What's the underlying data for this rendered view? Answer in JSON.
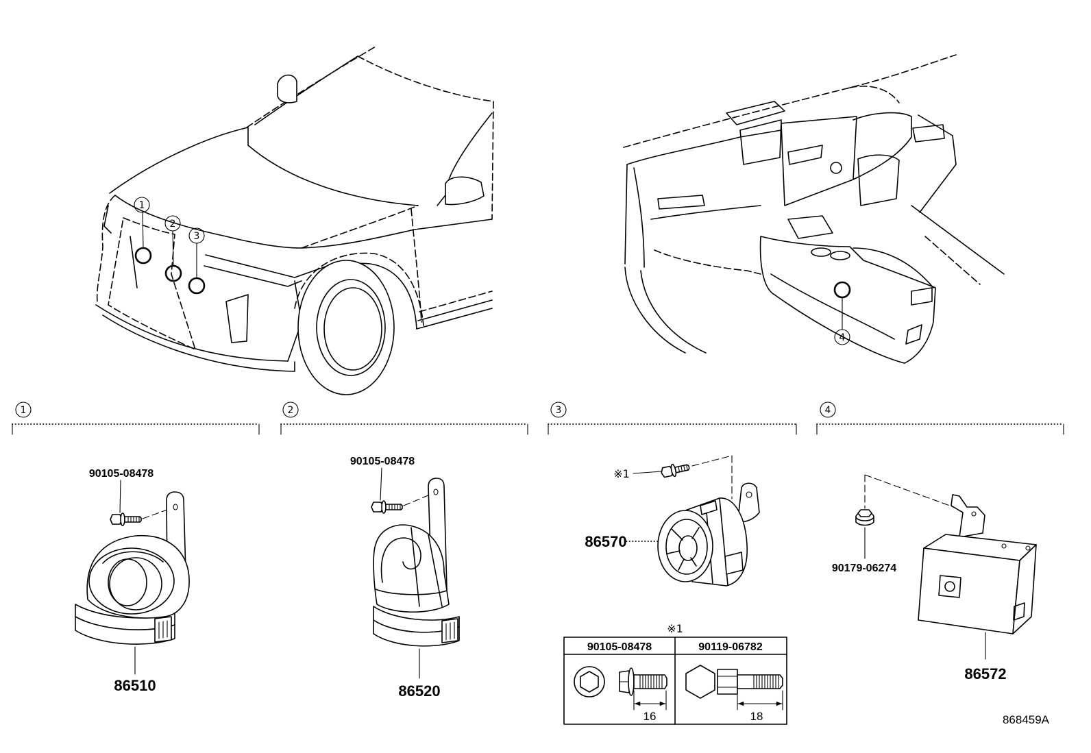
{
  "colors": {
    "line": "#000000",
    "background": "#ffffff"
  },
  "vehicle_callouts": [
    {
      "id": "1"
    },
    {
      "id": "2"
    },
    {
      "id": "3"
    }
  ],
  "interior_callouts": [
    {
      "id": "4"
    }
  ],
  "sections": [
    {
      "index": "1",
      "fastener": "90105-08478",
      "part": "86510"
    },
    {
      "index": "2",
      "fastener": "90105-08478",
      "part": "86520"
    },
    {
      "index": "3",
      "fastener_ref": "※1",
      "part": "86570"
    },
    {
      "index": "4",
      "fastener": "90179-06274",
      "part": "86572"
    }
  ],
  "note_table": {
    "title": "※1",
    "columns": [
      {
        "part": "90105-08478",
        "length": "16"
      },
      {
        "part": "90119-06782",
        "length": "18"
      }
    ]
  },
  "illustration_code": "868459A"
}
